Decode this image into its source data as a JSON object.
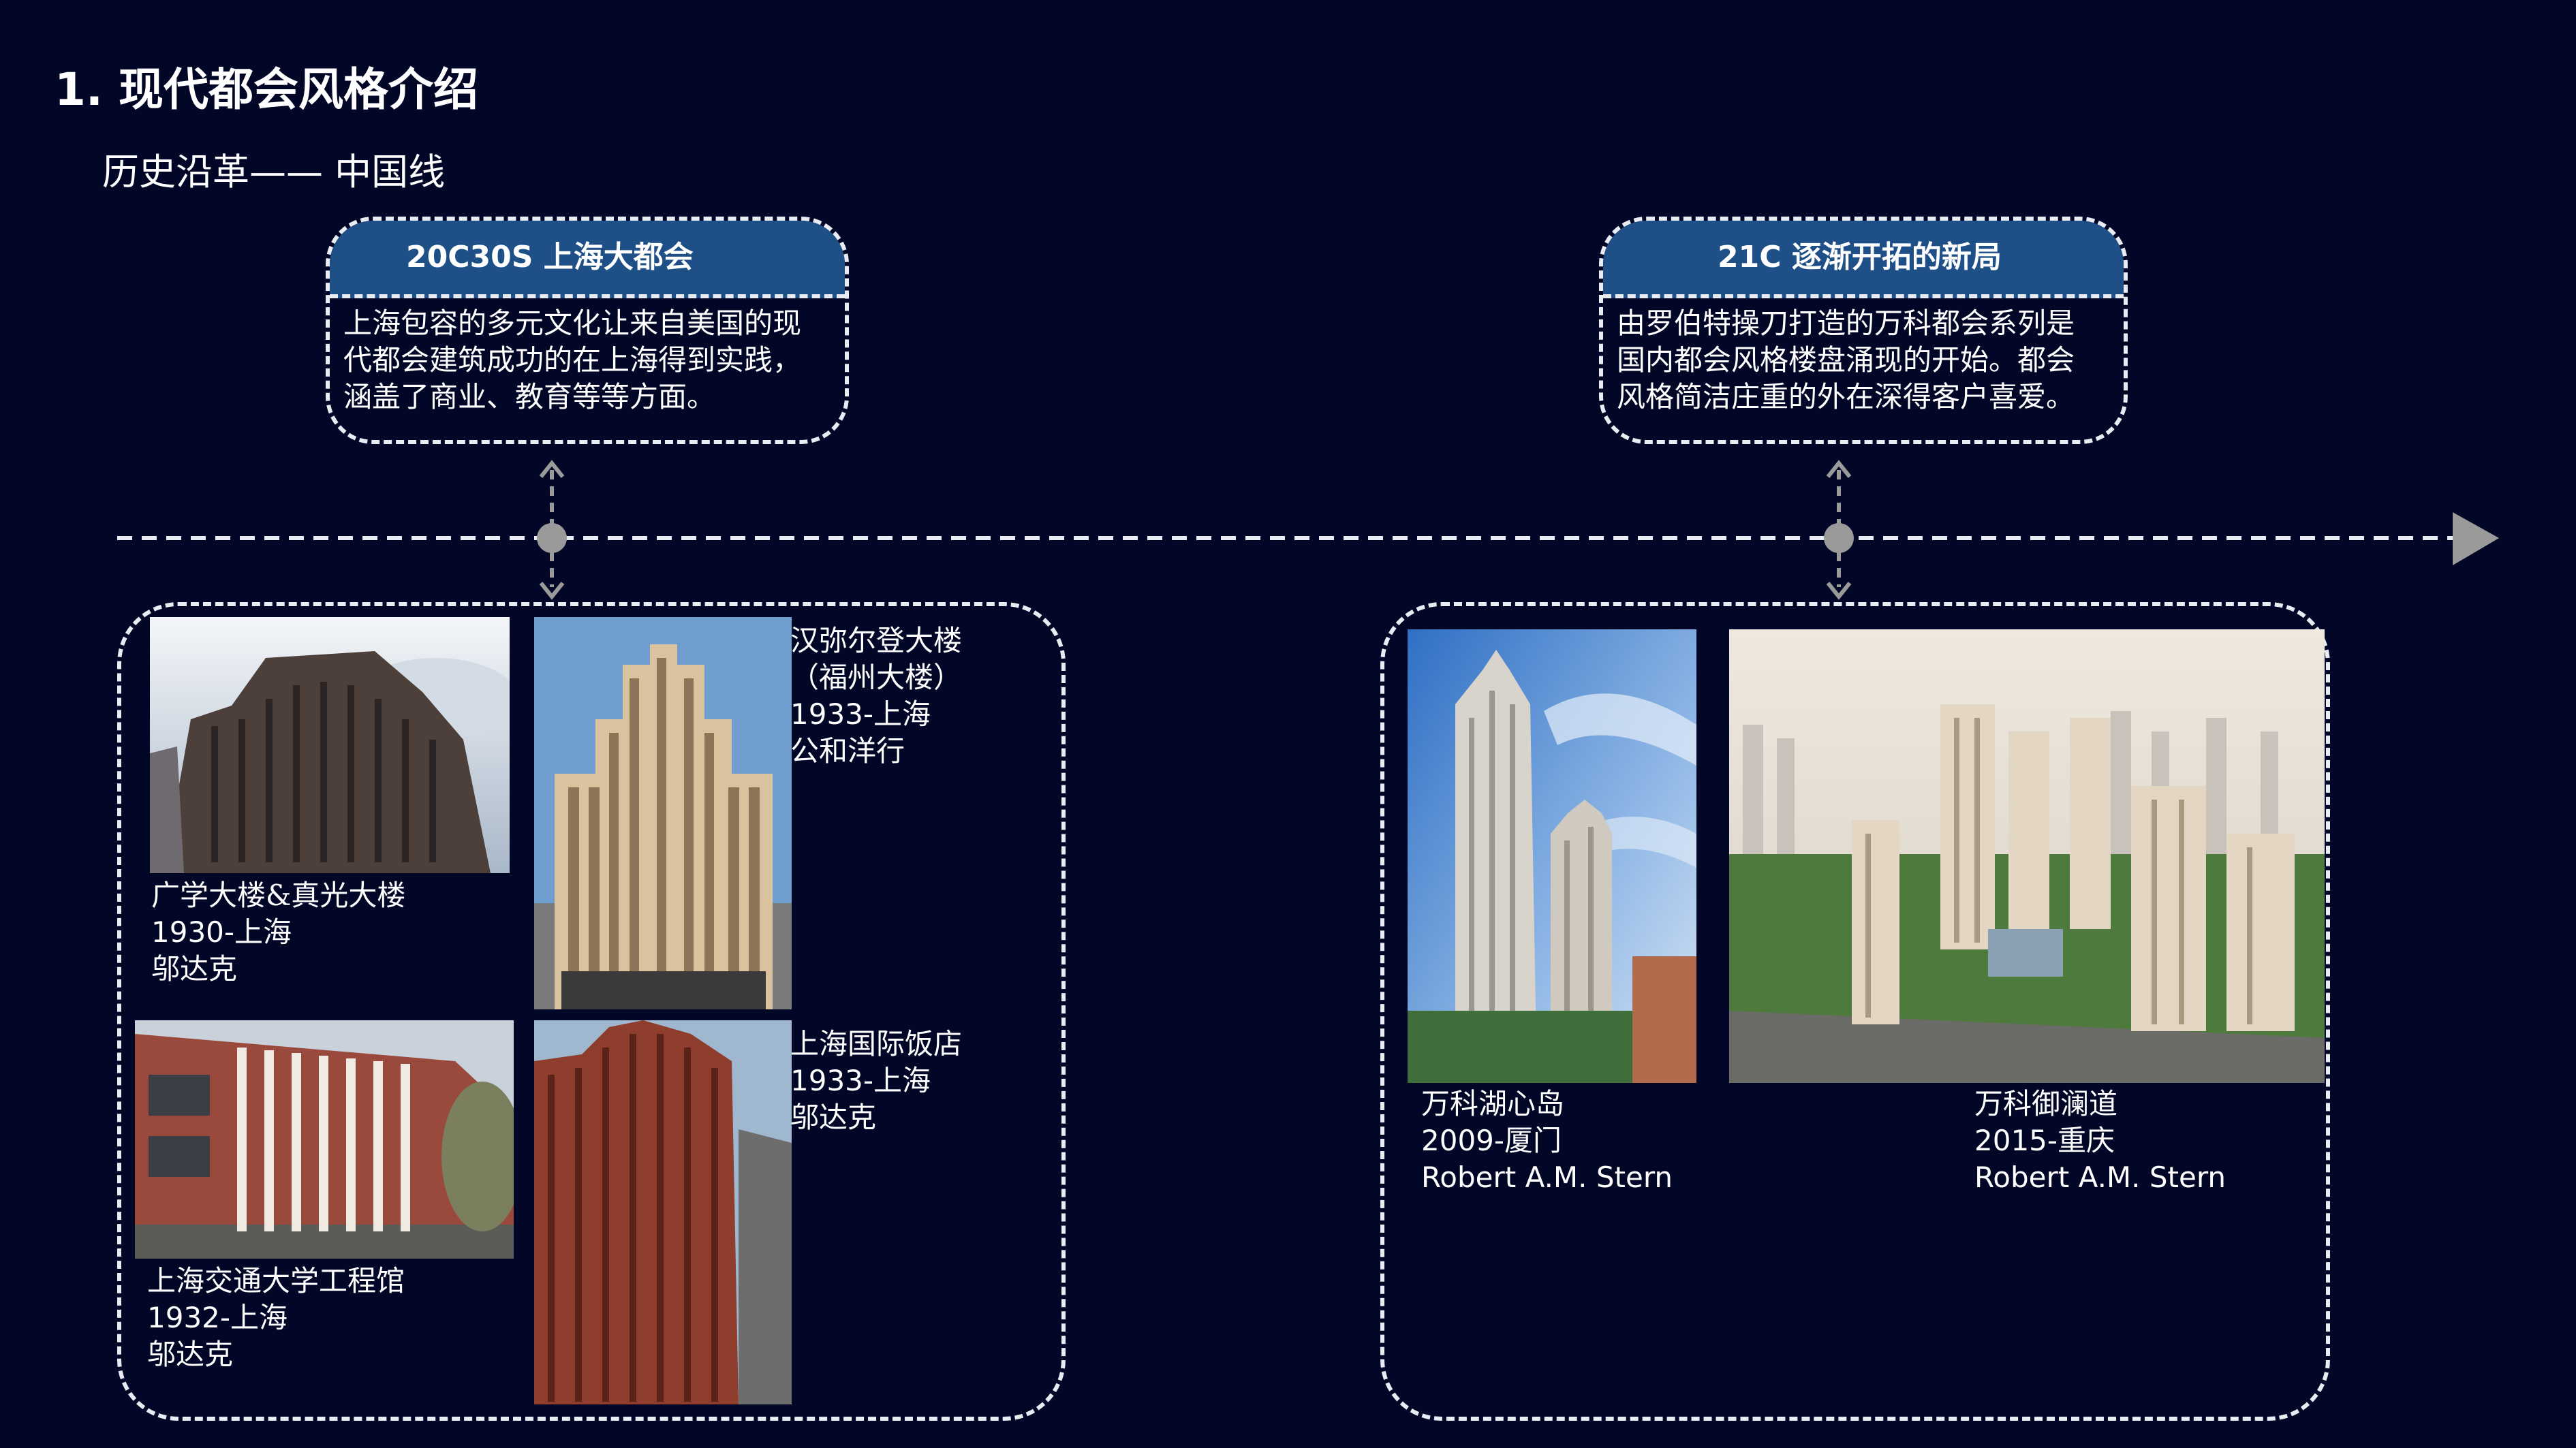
{
  "heading": {
    "title": "1. 现代都会风格介绍",
    "subtitle": "历史沿革—— 中国线"
  },
  "milestones": [
    {
      "label": "20C30S 上海大都会",
      "text": [
        "上海包容的多元文化让来自美国的现",
        "代都会建筑成功的在上海得到实践，",
        "涵盖了商业、教育等等方面。"
      ]
    },
    {
      "label": "21C 逐渐开拓的新局",
      "text": [
        "由罗伯特操刀打造的万科都会系列是",
        "国内都会风格楼盘涌现的开始。都会",
        "风格简洁庄重的外在深得客户喜爱。"
      ]
    }
  ],
  "buildings_1930s": [
    {
      "name": "广学大楼&真光大楼",
      "year_city": "1930-上海",
      "architect": "邬达克"
    },
    {
      "name": "汉弥尔登大楼",
      "name_alt": "（福州大楼）",
      "year_city": "1933-上海",
      "architect": "公和洋行"
    },
    {
      "name": "上海交通大学工程馆",
      "year_city": "1932-上海",
      "architect": "邬达克"
    },
    {
      "name": "上海国际饭店",
      "year_city": "1933-上海",
      "architect": "邬达克"
    }
  ],
  "buildings_21c": [
    {
      "name": "万科湖心岛",
      "year_city": "2009-厦门",
      "architect": "Robert A.M. Stern"
    },
    {
      "name": "万科御澜道",
      "year_city": "2015-重庆",
      "architect": "Robert A.M. Stern"
    }
  ],
  "colors": {
    "background": "#020727",
    "card_header": "#1f4f87",
    "timeline": "#e9ecf3",
    "node": "#9a9a9a",
    "arrow_head": "#9a9a9a"
  }
}
